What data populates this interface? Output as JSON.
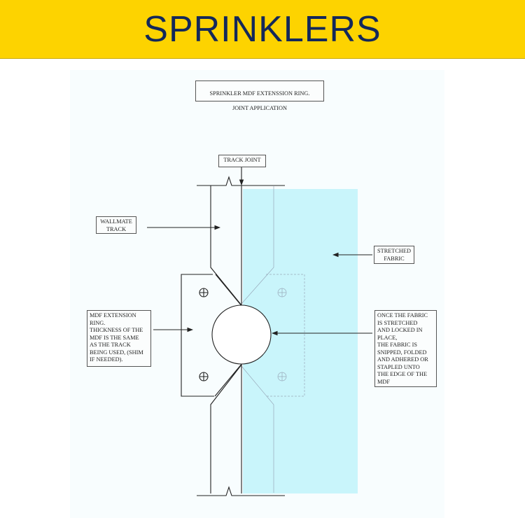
{
  "header": {
    "title": "SPRINKLERS"
  },
  "diagram": {
    "title_line1": "SPRINKLER MDF EXTENSSION RING.",
    "title_line2": "JOINT APPLICATION",
    "track_joint": "TRACK JOINT",
    "wallmate_track": "WALLMATE\nTRACK",
    "stretched_fabric": "STRETCHED\nFABRIC",
    "mdf_ring": "MDF EXTENSION\nRING.\nTHICKNESS OF THE\nMDF IS THE SAME\nAS THE TRACK\nBEING USED, (SHIM\nIF NEEDED).",
    "fabric_note": "ONCE THE FABRIC\nIS STRETCHED\nAND LOCKED IN\nPLACE,\nTHE FABRIC IS\nSNIPPED, FOLDED\nAND ADHERED OR\nSTAPLED  UNTO\nTHE EDGE OF THE\nMDF"
  },
  "colors": {
    "header_bg": "#fdd300",
    "header_text": "#13285a",
    "fabric": "#c9f5fb"
  }
}
